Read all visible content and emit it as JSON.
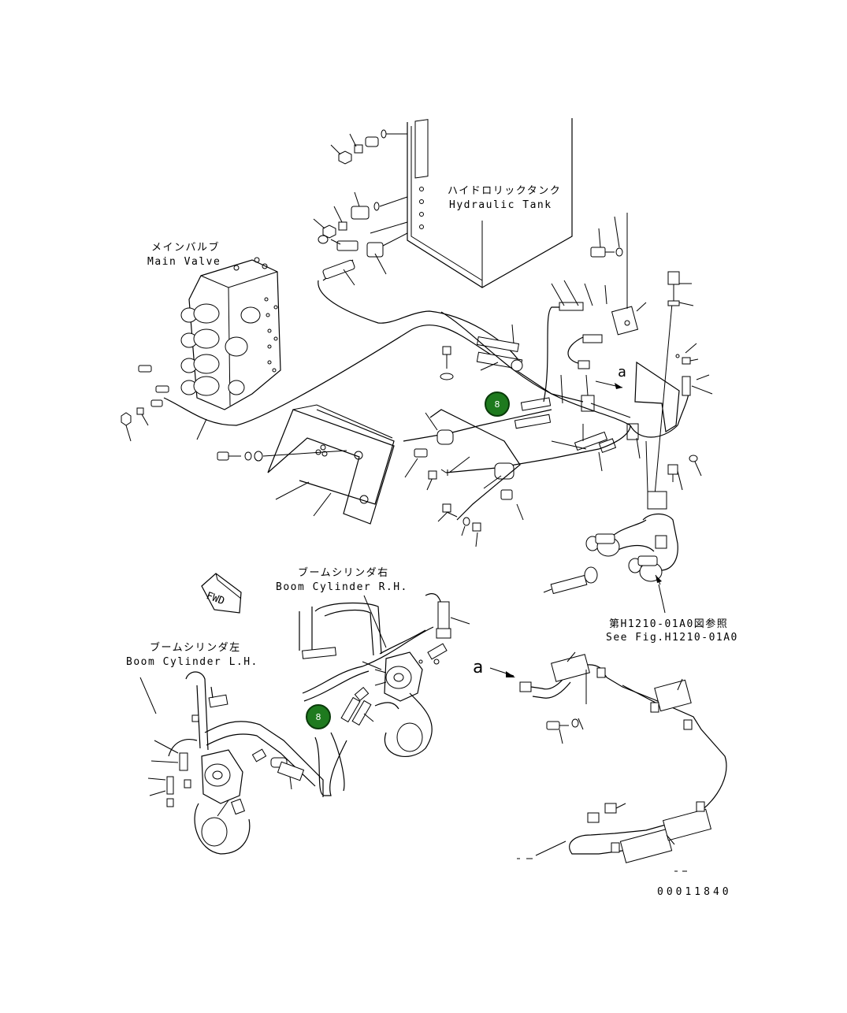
{
  "labels": {
    "main_valve_jp": "メインバルブ",
    "main_valve_en": "Main Valve",
    "tank_jp": "ハイドロリックタンク",
    "tank_en": "Hydraulic Tank",
    "boom_rh_jp": "ブームシリンダ右",
    "boom_rh_en": "Boom Cylinder R.H.",
    "boom_lh_jp": "ブームシリンダ左",
    "boom_lh_en": "Boom Cylinder L.H.",
    "fig_ref_jp": "第H1210-01A0図参照",
    "fig_ref_en": "See Fig.H1210-01A0",
    "fwd": "FWD",
    "detail_a_1": "a",
    "detail_a_2": "a",
    "drawing_no": "00011840"
  },
  "callouts": [
    {
      "number": "8",
      "color": "#1e7a1e"
    },
    {
      "number": "8",
      "color": "#1e7a1e"
    }
  ]
}
